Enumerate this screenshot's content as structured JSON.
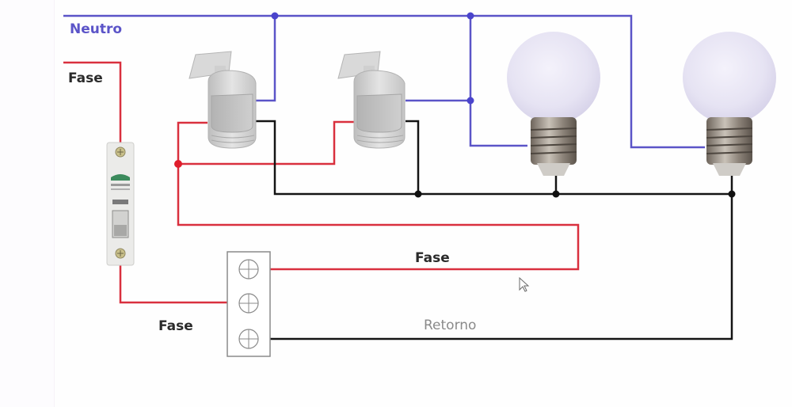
{
  "diagram": {
    "title": "Wiring diagram: two motion sensors controlling two lamps",
    "labels": {
      "neutral": "Neutro",
      "phase_top": "Fase",
      "phase_box": "Fase",
      "phase_bottom": "Fase",
      "return": "Retorno"
    },
    "colors": {
      "neutral": "#5b54c8",
      "phase": "#d9303e",
      "return": "#141414",
      "label_dark": "#2a2a2a",
      "label_return": "#8a8a8a"
    },
    "components": [
      {
        "id": "breaker",
        "type": "circuit-breaker"
      },
      {
        "id": "sensor-1",
        "type": "motion-sensor"
      },
      {
        "id": "sensor-2",
        "type": "motion-sensor"
      },
      {
        "id": "lamp-1",
        "type": "light-bulb"
      },
      {
        "id": "lamp-2",
        "type": "light-bulb"
      },
      {
        "id": "terminal-block",
        "type": "terminal-block",
        "terminals": 3
      }
    ],
    "cursor": "mouse-pointer"
  }
}
